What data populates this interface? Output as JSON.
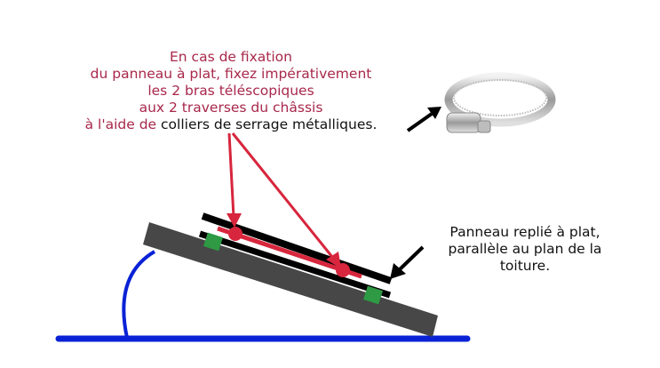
{
  "instruction": {
    "lines": [
      "En cas de fixation",
      "du panneau à plat, fixez impérativement",
      "les 2 bras téléscopiques",
      "aux 2 traverses du châssis"
    ],
    "last_line_red": "à l'aide de ",
    "last_line_black": "colliers de serrage métalliques."
  },
  "side_label": {
    "lines": [
      "Panneau replié à plat,",
      "parallèle au plan de la",
      "toiture."
    ]
  },
  "colors": {
    "accent_red": "#d7263d",
    "text_red": "#a8284a",
    "roof_blue": "#0a22d6",
    "panel_gray": "#474747",
    "bracket_green": "#2e9a44"
  }
}
